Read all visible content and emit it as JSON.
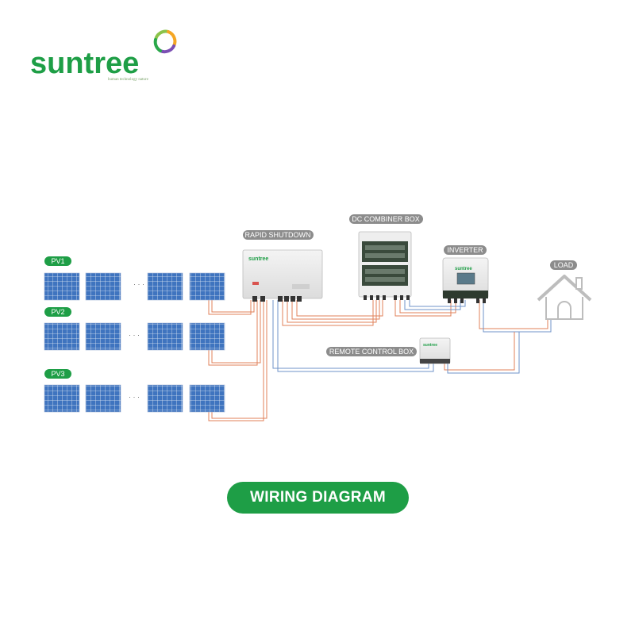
{
  "brand": {
    "name": "suntree",
    "tagline": "human technology nature",
    "color": "#1e9e46"
  },
  "labels": {
    "rapid_shutdown": "RAPID SHUTDOWN",
    "dc_combiner": "DC COMBINER BOX",
    "inverter": "INVERTER",
    "load": "LOAD",
    "remote_control": "REMOTE CONTROL BOX",
    "pv1": "PV1",
    "pv2": "PV2",
    "pv3": "PV3",
    "ellipsis": "· · ·"
  },
  "device_brand": "suntree",
  "footer": {
    "title": "WIRING DIAGRAM"
  },
  "colors": {
    "pill_gray": "#8c8c8c",
    "pv_green": "#1e9e46",
    "panel_blue": "#3b6fb8",
    "wire_red": "#e0805a",
    "wire_blue": "#6f93c8"
  }
}
